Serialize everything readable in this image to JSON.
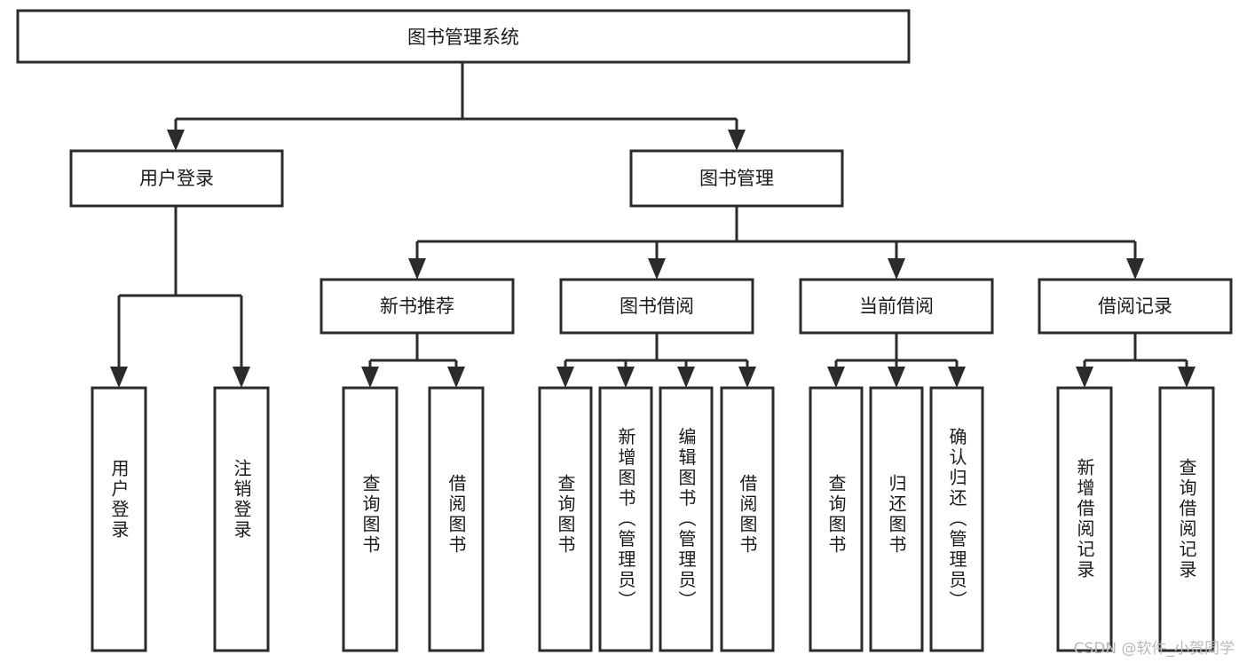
{
  "diagram": {
    "title": "图书管理系统",
    "type": "tree-hierarchy",
    "watermark": "CSDN @软件_小贺同学",
    "colors": {
      "stroke": "#2b2b2b",
      "fill": "#ffffff",
      "text": "#1a1a1a",
      "watermark": "#b9b9b9",
      "background": "#ffffff"
    },
    "root": {
      "label": "图书管理系统"
    },
    "level2": [
      {
        "label": "用户登录"
      },
      {
        "label": "图书管理"
      }
    ],
    "level3": [
      {
        "label": "新书推荐"
      },
      {
        "label": "图书借阅"
      },
      {
        "label": "当前借阅"
      },
      {
        "label": "借阅记录"
      }
    ],
    "leaves": {
      "user_login": [
        {
          "label": "用户登录"
        },
        {
          "label": "注销登录"
        }
      ],
      "new_book": [
        {
          "label": "查询图书"
        },
        {
          "label": "借阅图书"
        }
      ],
      "book_borrow": [
        {
          "label": "查询图书"
        },
        {
          "label": "新增图书（管理员）"
        },
        {
          "label": "编辑图书（管理员）"
        },
        {
          "label": "借阅图书"
        }
      ],
      "current_borrow": [
        {
          "label": "查询图书"
        },
        {
          "label": "归还图书"
        },
        {
          "label": "确认归还（管理员）"
        }
      ],
      "borrow_record": [
        {
          "label": "新增借阅记录"
        },
        {
          "label": "查询借阅记录"
        }
      ]
    }
  }
}
